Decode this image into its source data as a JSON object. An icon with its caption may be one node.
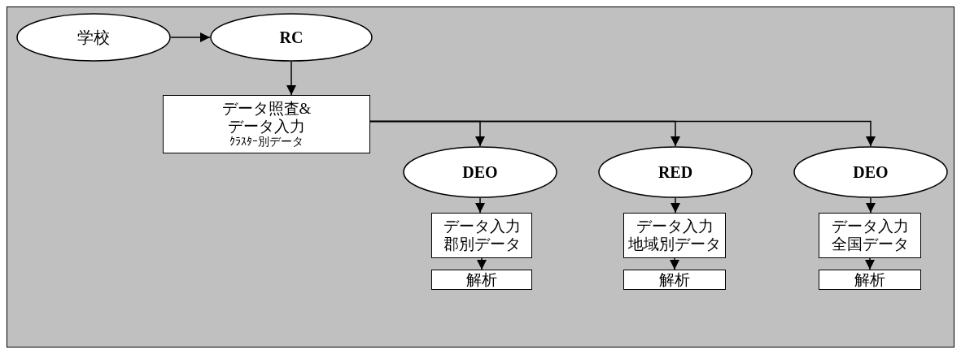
{
  "diagram": {
    "nodes": [
      {
        "text": [
          "学校"
        ]
      },
      {
        "text": [
          "RC"
        ]
      },
      {
        "text": [
          "データ照査&",
          "データ入力",
          "ｸﾗｽﾀｰ別データ"
        ]
      },
      {
        "text": [
          "DEO"
        ]
      },
      {
        "text": [
          "RED"
        ]
      },
      {
        "text": [
          "DEO"
        ]
      },
      {
        "text": [
          "データ入力",
          "郡別データ"
        ]
      },
      {
        "text": [
          "データ入力",
          "地域別データ"
        ]
      },
      {
        "text": [
          "データ入力",
          "全国データ"
        ]
      },
      {
        "text": [
          "解析"
        ]
      },
      {
        "text": [
          "解析"
        ]
      },
      {
        "text": [
          "解析"
        ]
      }
    ],
    "edges": [
      {
        "from": 0,
        "to": 1,
        "arrow": "to"
      },
      {
        "from": 1,
        "to": 2,
        "arrow": "to"
      },
      {
        "from": 2,
        "to": 3,
        "arrow": "to"
      },
      {
        "from": 2,
        "to": 4,
        "arrow": "to"
      },
      {
        "from": 2,
        "to": 5,
        "arrow": "to"
      },
      {
        "from": 3,
        "to": 6,
        "arrow": "to"
      },
      {
        "from": 4,
        "to": 7,
        "arrow": "to"
      },
      {
        "from": 5,
        "to": 8,
        "arrow": "to"
      },
      {
        "from": 6,
        "to": 9,
        "arrow": "to"
      },
      {
        "from": 7,
        "to": 10,
        "arrow": "to"
      },
      {
        "from": 8,
        "to": 11,
        "arrow": "to"
      }
    ]
  }
}
